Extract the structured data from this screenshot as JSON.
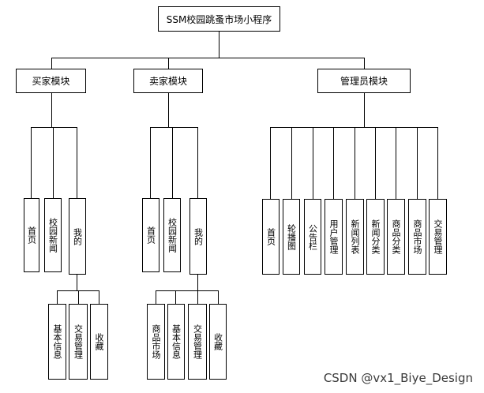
{
  "root": {
    "label": "SSM校园跳蚤市场小程序"
  },
  "modules": [
    {
      "label": "买家模块",
      "children": [
        {
          "label": "首页"
        },
        {
          "label": "校园新闻"
        },
        {
          "label": "我的",
          "children": [
            {
              "label": "基本信息"
            },
            {
              "label": "交易管理"
            },
            {
              "label": "收藏"
            }
          ]
        }
      ]
    },
    {
      "label": "卖家模块",
      "children": [
        {
          "label": "首页"
        },
        {
          "label": "校园新闻"
        },
        {
          "label": "我的",
          "children": [
            {
              "label": "商品市场"
            },
            {
              "label": "基本信息"
            },
            {
              "label": "交易管理"
            },
            {
              "label": "收藏"
            }
          ]
        }
      ]
    },
    {
      "label": "管理员模块",
      "children": [
        {
          "label": "首页"
        },
        {
          "label": "轮播图"
        },
        {
          "label": "公告栏"
        },
        {
          "label": "用户管理"
        },
        {
          "label": "新闻列表"
        },
        {
          "label": "新闻分类"
        },
        {
          "label": "商品分类"
        },
        {
          "label": "商品市场"
        },
        {
          "label": "交易管理"
        }
      ]
    }
  ],
  "watermark": "CSDN @vx1_Biye_Design"
}
